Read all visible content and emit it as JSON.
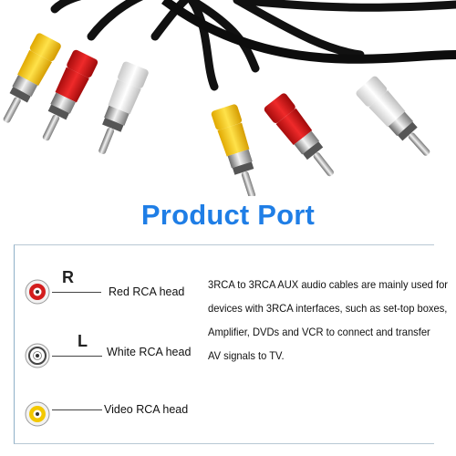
{
  "photo": {
    "subject": "rca-cable-plugs"
  },
  "title": "Product Port",
  "ports": [
    {
      "letter": "R",
      "label": "Red RCA head",
      "color": "#d31d1d"
    },
    {
      "letter": "L",
      "label": "White RCA head",
      "color": "#ffffff"
    },
    {
      "letter": "",
      "label": "Video RCA head",
      "color": "#f3c800"
    }
  ],
  "description": [
    "3RCA to 3RCA AUX audio cables are mainly used for",
    "devices with 3RCA interfaces, such as set-top boxes,",
    "Amplifier, DVDs and VCR to connect and transfer",
    "AV signals to TV."
  ],
  "colors": {
    "title": "#1f7ee6",
    "red": "#d31d1d",
    "yellow": "#f3c800",
    "white": "#f4f4f4"
  }
}
